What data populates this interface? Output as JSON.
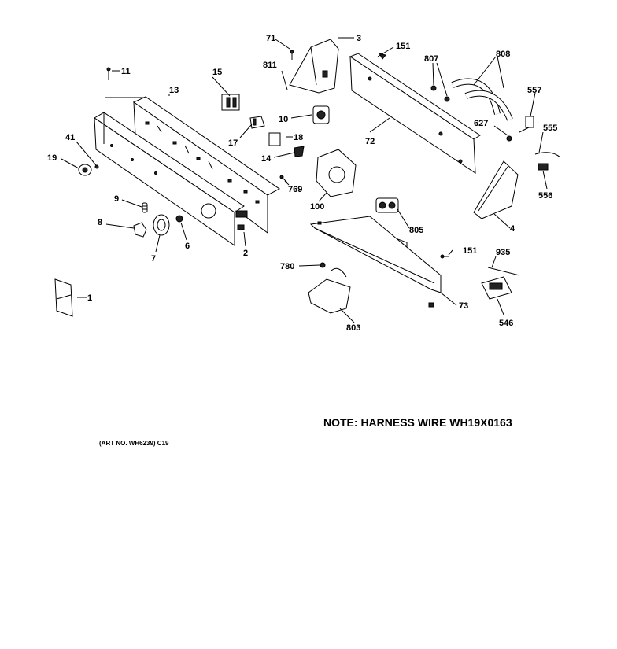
{
  "note": "NOTE: HARNESS WIRE WH19X0163",
  "art_no": "(ART NO. WH6239) C19",
  "callouts": {
    "c1": "1",
    "c2": "2",
    "c3": "3",
    "c4": "4",
    "c6": "6",
    "c7": "7",
    "c8": "8",
    "c9": "9",
    "c10": "10",
    "c11": "11",
    "c13": "13",
    "c14": "14",
    "c15": "15",
    "c17": "17",
    "c18": "18",
    "c19": "19",
    "c41": "41",
    "c71": "71",
    "c72": "72",
    "c73": "73",
    "c100": "100",
    "c151a": "151",
    "c151b": "151",
    "c546": "546",
    "c555": "555",
    "c556": "556",
    "c557": "557",
    "c627": "627",
    "c769": "769",
    "c780": "780",
    "c803": "803",
    "c805": "805",
    "c807": "807",
    "c808": "808",
    "c811": "811",
    "c935": "935"
  }
}
